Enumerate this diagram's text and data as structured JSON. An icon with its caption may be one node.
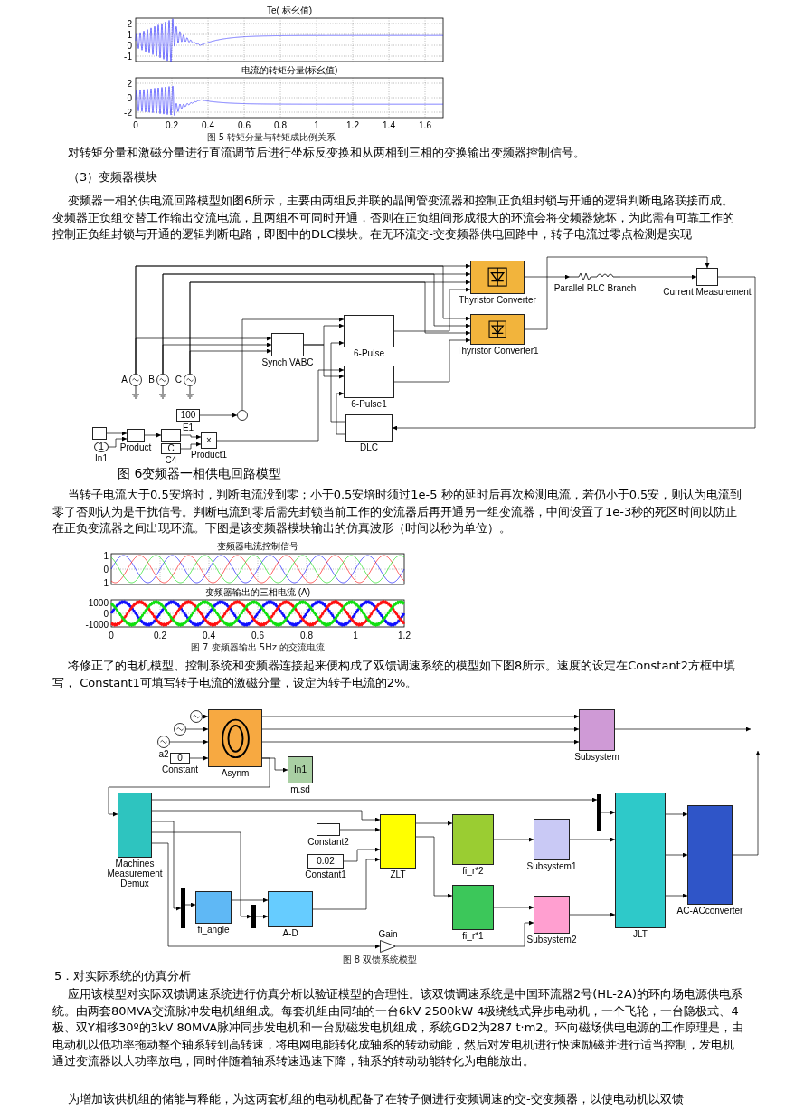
{
  "diagram": {
    "nodes": [
      {
        "text": [
          "Thyristor Converter"
        ]
      },
      {
        "text": [
          "Thyristor Converter1"
        ]
      },
      {
        "text": [
          "Parallel RLC Branch"
        ]
      },
      {
        "text": [
          "Current Measurement"
        ]
      },
      {
        "text": [
          "Synch VABC"
        ]
      },
      {
        "text": [
          "6-Pulse"
        ]
      },
      {
        "text": [
          "6-Pulse1"
        ]
      },
      {
        "text": [
          "DLC"
        ]
      },
      {
        "text": [],
        "shape": "circle",
        "beside": [
          "A"
        ]
      },
      {
        "text": [],
        "shape": "circle",
        "beside": [
          "B"
        ]
      },
      {
        "text": [],
        "shape": "circle",
        "beside": [
          "C"
        ]
      },
      {
        "text": [
          "100",
          "E1"
        ]
      },
      {
        "text": [],
        "shape": "circle"
      },
      {
        "text": [],
        "shape": "box"
      },
      {
        "text": [
          "1",
          "In1"
        ]
      },
      {
        "text": [
          "Product"
        ]
      },
      {
        "text": [],
        "shape": "box"
      },
      {
        "text": [
          "C",
          "C4"
        ]
      },
      {
        "text": [
          "×",
          "Product1"
        ]
      },
      {
        "text": [],
        "shape": "circle"
      },
      {
        "text": [],
        "shape": "circle"
      },
      {
        "text": [],
        "shape": "circle",
        "beside": [
          "a2"
        ]
      },
      {
        "text": [
          "Asynm"
        ]
      },
      {
        "text": [
          "0",
          "Constant"
        ]
      },
      {
        "text": [
          "In1",
          "m.sd"
        ]
      },
      {
        "text": [
          "Subsystem"
        ]
      },
      {
        "text": [
          "Machines Measurement Demux"
        ]
      },
      {
        "text": [
          "Constant2"
        ]
      },
      {
        "text": [
          "0.02",
          "Constant1"
        ]
      },
      {
        "text": [
          "ZLT"
        ]
      },
      {
        "text": [
          "fi_r*2"
        ]
      },
      {
        "text": [
          "fi_r*1"
        ]
      },
      {
        "text": [
          "Subsystem1"
        ]
      },
      {
        "text": [
          "Subsystem2"
        ]
      },
      {
        "text": [],
        "shape": "bar"
      },
      {
        "text": [
          "JLT"
        ]
      },
      {
        "text": [
          "AC-ACconverter"
        ]
      },
      {
        "text": [],
        "shape": "bar"
      },
      {
        "text": [
          "fi_angle"
        ]
      },
      {
        "text": [],
        "shape": "bar"
      },
      {
        "text": [
          "A-D"
        ]
      },
      {
        "text": [
          "Gain"
        ]
      }
    ],
    "edges": [
      {
        "from": 8,
        "to": 0,
        "arrow": "to"
      },
      {
        "from": 9,
        "to": 0,
        "arrow": "to"
      },
      {
        "from": 10,
        "to": 0,
        "arrow": "to"
      },
      {
        "from": 8,
        "to": 1,
        "arrow": "to"
      },
      {
        "from": 9,
        "to": 1,
        "arrow": "to"
      },
      {
        "from": 10,
        "to": 1,
        "arrow": "to"
      },
      {
        "from": 8,
        "to": 4,
        "arrow": "to"
      },
      {
        "from": 9,
        "to": 4,
        "arrow": "to"
      },
      {
        "from": 10,
        "to": 4,
        "arrow": "to"
      },
      {
        "from": 4,
        "to": 5,
        "arrow": "to"
      },
      {
        "from": 4,
        "to": 6,
        "arrow": "to"
      },
      {
        "from": 5,
        "to": 0,
        "arrow": "to"
      },
      {
        "from": 6,
        "to": 1,
        "arrow": "to"
      },
      {
        "from": 0,
        "to": 2,
        "arrow": "to"
      },
      {
        "from": 2,
        "to": 3,
        "arrow": "to"
      },
      {
        "from": 1,
        "to": 3,
        "arrow": "to"
      },
      {
        "from": 3,
        "to": 7,
        "arrow": "to"
      },
      {
        "from": 7,
        "to": 5,
        "arrow": "to"
      },
      {
        "from": 7,
        "to": 6,
        "arrow": "to"
      },
      {
        "from": 11,
        "to": 12,
        "arrow": "to"
      },
      {
        "from": 12,
        "to": 5,
        "arrow": "to"
      },
      {
        "from": 18,
        "to": 6,
        "arrow": "to"
      },
      {
        "from": 13,
        "to": 15,
        "arrow": "to"
      },
      {
        "from": 14,
        "to": 15,
        "arrow": "to"
      },
      {
        "from": 15,
        "to": 16,
        "arrow": "to"
      },
      {
        "from": 16,
        "to": 18,
        "arrow": "to"
      },
      {
        "from": 17,
        "to": 18,
        "arrow": "to"
      },
      {
        "from": 19,
        "to": 22,
        "arrow": "to"
      },
      {
        "from": 20,
        "to": 22,
        "arrow": "to"
      },
      {
        "from": 21,
        "to": 22,
        "arrow": "to"
      },
      {
        "from": 23,
        "to": 22,
        "arrow": "to"
      },
      {
        "from": 22,
        "to": 25,
        "arrow": "to"
      },
      {
        "from": 22,
        "to": 25,
        "arrow": "to"
      },
      {
        "from": 22,
        "to": 25,
        "arrow": "to"
      },
      {
        "from": 22,
        "to": 24,
        "arrow": "to"
      },
      {
        "from": 22,
        "to": 26,
        "arrow": "to"
      },
      {
        "from": 26,
        "to": 34,
        "arrow": "to"
      },
      {
        "from": 26,
        "to": 29,
        "arrow": "to"
      },
      {
        "from": 26,
        "to": 37,
        "arrow": "to"
      },
      {
        "from": 37,
        "to": 38,
        "arrow": "to"
      },
      {
        "from": 38,
        "to": 40,
        "arrow": "to"
      },
      {
        "from": 39,
        "to": 40,
        "arrow": "to"
      },
      {
        "from": 27,
        "to": 29,
        "arrow": "to"
      },
      {
        "from": 28,
        "to": 29,
        "arrow": "to"
      },
      {
        "from": 40,
        "to": 29,
        "arrow": "to"
      },
      {
        "from": 29,
        "to": 30,
        "arrow": "to"
      },
      {
        "from": 29,
        "to": 31,
        "arrow": "to"
      },
      {
        "from": 30,
        "to": 32,
        "arrow": "to"
      },
      {
        "from": 31,
        "to": 33,
        "arrow": "to"
      },
      {
        "from": 32,
        "to": 35,
        "arrow": "to"
      },
      {
        "from": 33,
        "to": 35,
        "arrow": "to"
      },
      {
        "from": 34,
        "to": 35,
        "arrow": "to"
      },
      {
        "from": 35,
        "to": 36,
        "arrow": "to"
      },
      {
        "from": 35,
        "to": 36,
        "arrow": "to"
      },
      {
        "from": 35,
        "to": 36,
        "arrow": "to"
      },
      {
        "from": 25,
        "to": null,
        "arrow": "to"
      },
      {
        "from": 36,
        "to": null,
        "arrow": "to"
      },
      {
        "from": 26,
        "to": 41,
        "arrow": "to"
      },
      {
        "from": 41,
        "to": 33,
        "arrow": "to"
      },
      {
        "from": 26,
        "to": 39,
        "arrow": "to"
      }
    ],
    "labels": [
      "Te( 标幺值)",
      "2",
      "1",
      "0",
      "-1",
      "电流的转矩分量(标幺值)",
      "2",
      "0",
      "-2",
      "0",
      "0.2",
      "0.4",
      "0.6",
      "0.8",
      "1",
      "1.2",
      "1.4",
      "1.6",
      "图 5 转矩分量与转矩成比例关系",
      "对转矩分量和激磁分量进行直流调节后进行坐标反变换和从两相到三相的变换输出变频器控制信号。",
      "（3）变频器模块",
      "变频器一相的供电流回路模型如图6所示，主要由两组反并联的晶闸管变流器和控制正负组封锁与开通的逻辑判断电路联接而成。变频器正负组交替工作输出交流电流，且两组不可同时开通，否则在正负组间形成很大的环流会将变频器烧坏，为此需有可靠工作的控制正负组封锁与开通的逻辑判断电路，即图中的DLC模块。在无环流交-交变频器供电回路中，转子电流过零点检测是实现",
      "图 6变频器一相供电回路模型",
      "当转子电流大于0.5安培时，判断电流没到零；小于0.5安培时须过1e-5 秒的延时后再次检测电流，若仍小于0.5安，则认为电流到零了否则认为是干扰信号。判断电流到零后需先封锁当前工作的变流器后再开通另一组变流器，中间设置了1e-3秒的死区时间以防止在正负变流器之间出现环流。下图是该变频器模块输出的仿真波形（时间以秒为单位）。",
      "变频器电流控制信号",
      "1",
      "0",
      "-1",
      "变频器输出的三相电流 (A)",
      "1000",
      "0",
      "-1000",
      "0",
      "0.2",
      "0.4",
      "0.6",
      "0.8",
      "1",
      "1.2",
      "图 7 变频器输出 5Hz 的交流电流",
      "将修正了的电机模型、控制系统和变频器连接起来便构成了双馈调速系统的模型如下图8所示。速度的设定在Constant2方框中填写， Constant1可填写转子电流的激磁分量，设定为转子电流的2%。",
      "图 8 双馈系统模型",
      "5．对实际系统的仿真分析",
      "应用该模型对实际双馈调速系统进行仿真分析以验证模型的合理性。该双馈调速系统是中国环流器2号(HL-2A)的环向场电源供电系统。由两套80MVA交流脉冲发电机组组成。每套机组由同轴的一台6kV 2500kW 4极绕线式异步电动机，一个飞轮，一台隐极式、4极、双Y相移30º的3kV 80MVA脉冲同步发电机和一台励磁发电机组成，系统GD2为287 t·m2。环向磁场供电电源的工作原理是，由电动机以低功率拖动整个轴系转到高转速，将电网电能转化成轴系的转动动能，然后对发电机进行快速励磁并进行适当控制，发电机通过变流器以大功率放电，同时伴随着轴系转速迅速下降，轴系的转动动能转化为电能放出。",
      "为增加该供机组的储能与释能，为这两套机组的电动机配备了在转子侧进行变频调速的交-交变频器，以使电动机以双馈"
    ]
  }
}
